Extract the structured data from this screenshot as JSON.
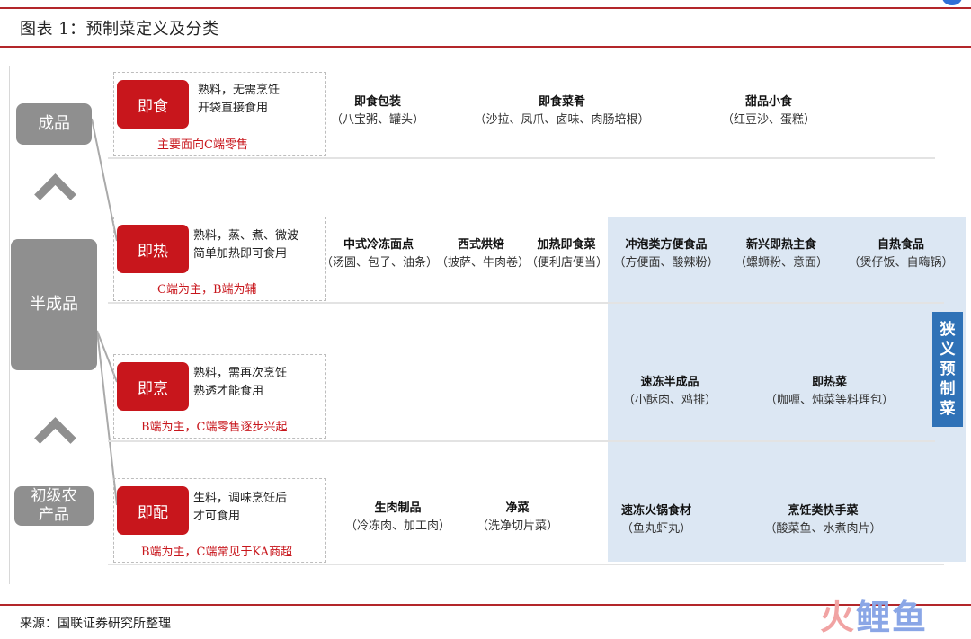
{
  "title": "图表 1：预制菜定义及分类",
  "source": "来源：国联证券研究所整理",
  "levels": [
    "成品",
    "半成品",
    "初级农产品"
  ],
  "types": [
    {
      "label": "即食",
      "desc_line1": "熟料，无需烹饪",
      "desc_line2": "开袋直接食用",
      "note": "主要面向C端零售"
    },
    {
      "label": "即热",
      "desc_line1": "熟料，蒸、煮、微波",
      "desc_line2": "简单加热即可食用",
      "note": "C端为主，B端为辅"
    },
    {
      "label": "即烹",
      "desc_line1": "熟料，需再次烹饪",
      "desc_line2": "熟透才能食用",
      "note": "B端为主，C端零售逐步兴起"
    },
    {
      "label": "即配",
      "desc_line1": "生料，调味烹饪后",
      "desc_line2": "才可食用",
      "note": "B端为主，C端常见于KA商超"
    }
  ],
  "categories": {
    "ready_to_eat": [
      {
        "name": "即食包装",
        "examples": "（八宝粥、罐头）"
      },
      {
        "name": "即食菜肴",
        "examples": "（沙拉、凤爪、卤味、肉肠培根）"
      },
      {
        "name": "甜品小食",
        "examples": "（红豆沙、蛋糕）"
      }
    ],
    "ready_to_heat": [
      {
        "name": "中式冷冻面点",
        "examples": "（汤圆、包子、油条）"
      },
      {
        "name": "西式烘焙",
        "examples": "（披萨、牛肉卷）"
      },
      {
        "name": "加热即食菜",
        "examples": "（便利店便当）"
      },
      {
        "name": "冲泡类方便食品",
        "examples": "（方便面、酸辣粉）"
      },
      {
        "name": "新兴即热主食",
        "examples": "（螺蛳粉、意面）"
      },
      {
        "name": "自热食品",
        "examples": "（煲仔饭、自嗨锅）"
      }
    ],
    "ready_to_cook": [
      {
        "name": "速冻半成品",
        "examples": "（小酥肉、鸡排）"
      },
      {
        "name": "即热菜",
        "examples": "（咖喱、炖菜等料理包）"
      }
    ],
    "ready_to_prepare": [
      {
        "name": "生肉制品",
        "examples": "（冷冻肉、加工肉）"
      },
      {
        "name": "净菜",
        "examples": "（洗净切片菜）"
      },
      {
        "name": "速冻火锅食材",
        "examples": "（鱼丸虾丸）"
      },
      {
        "name": "烹饪类快手菜",
        "examples": "（酸菜鱼、水煮肉片）"
      }
    ]
  },
  "narrow_label": [
    "狭",
    "义",
    "预",
    "制",
    "菜"
  ],
  "watermark": {
    "part1": "火",
    "part2": "鲤鱼"
  },
  "colors": {
    "accent_red": "#c8161c",
    "rule_red": "#b3262a",
    "level_gray": "#8f8f8f",
    "highlight_blue": "#dce7f3",
    "label_blue": "#2f72b7"
  }
}
